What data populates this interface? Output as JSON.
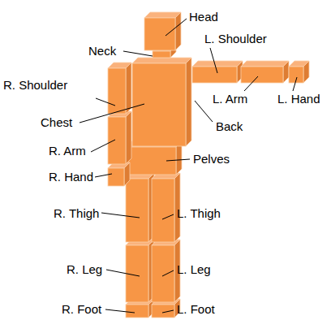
{
  "diagram": {
    "labels": [
      "Head",
      "Neck",
      "L. Shoulder",
      "R. Shoulder",
      "Chest",
      "R. Arm",
      "L. Arm",
      "L. Hand",
      "Back",
      "Pelves",
      "R. Hand",
      "R. Thigh",
      "L. Thigh",
      "R. Leg",
      "L. Leg",
      "R. Foot",
      "L. Foot"
    ]
  }
}
